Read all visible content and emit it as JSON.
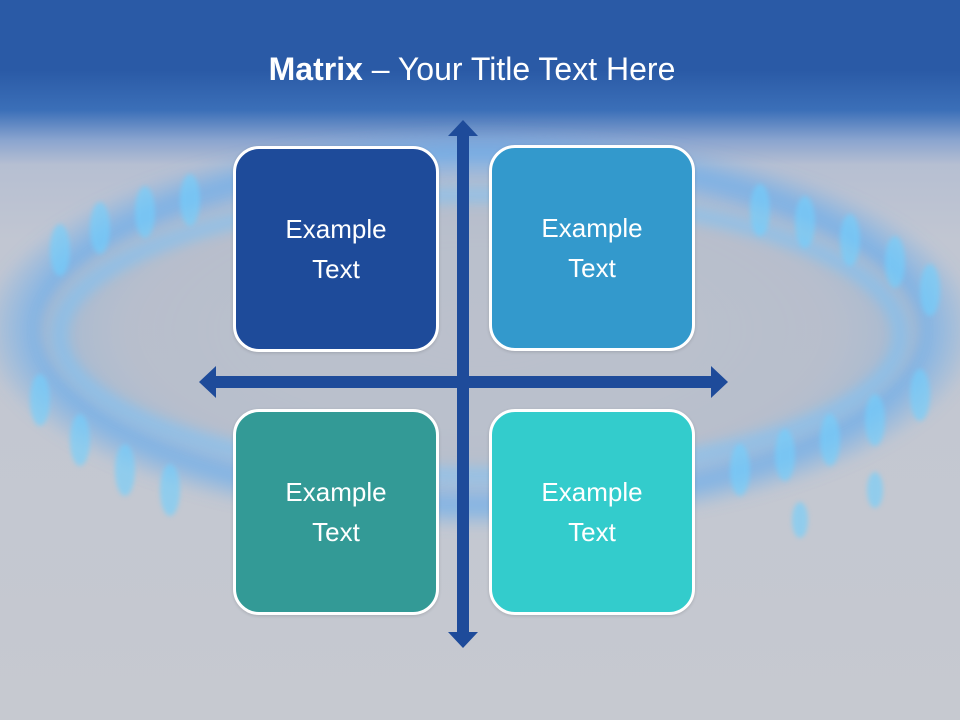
{
  "slide": {
    "title_bold": "Matrix",
    "title_rest": " – Your Title Text Here"
  },
  "matrix": {
    "top_left": "Example Text",
    "top_right": "Example Text",
    "bottom_left": "Example Text",
    "bottom_right": "Example Text"
  },
  "colors": {
    "header_band": "#2a5aa6",
    "axis": "#1e4b9a",
    "top_left_fill": "#1e4b9a",
    "top_right_fill": "#3399cc",
    "bottom_left_fill": "#339a96",
    "bottom_right_fill": "#33cccc",
    "box_border": "#ffffff",
    "flame": "#5ab8ff"
  }
}
